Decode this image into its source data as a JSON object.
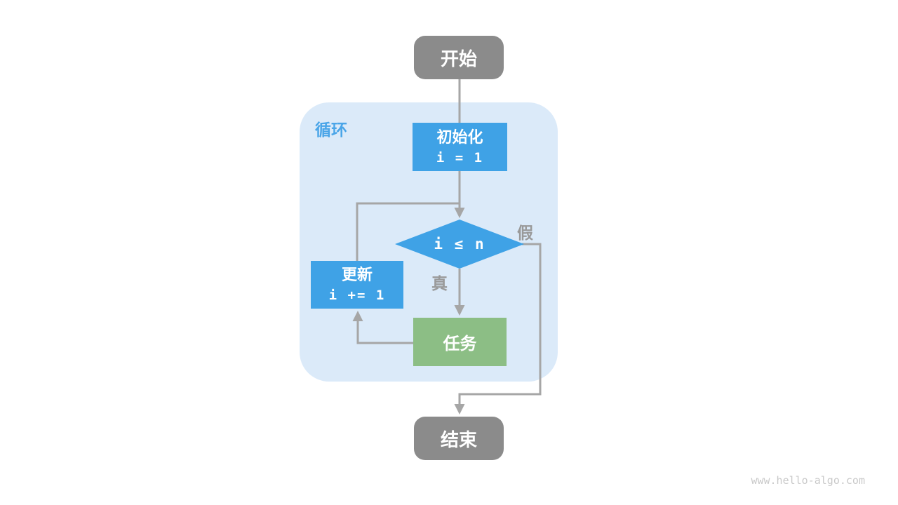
{
  "diagram": {
    "region_label": "循环",
    "nodes": {
      "start": {
        "label": "开始"
      },
      "init": {
        "title": "初始化",
        "code": "i = 1"
      },
      "condition": {
        "code": "i ≤ n"
      },
      "update": {
        "title": "更新",
        "code": "i += 1"
      },
      "task": {
        "label": "任务"
      },
      "end": {
        "label": "结束"
      }
    },
    "edge_labels": {
      "true": "真",
      "false": "假"
    },
    "colors": {
      "terminal_gray": "#8b8b8b",
      "process_blue": "#3fa2e6",
      "task_green": "#8cbe85",
      "region_bg": "#dbeaf9",
      "region_label_blue": "#4aa5e8",
      "wire_gray": "#a6a6a6",
      "edge_label_gray": "#999999",
      "watermark_gray": "#c9c9c9"
    }
  },
  "page": {
    "watermark": "www.hello-algo.com"
  }
}
